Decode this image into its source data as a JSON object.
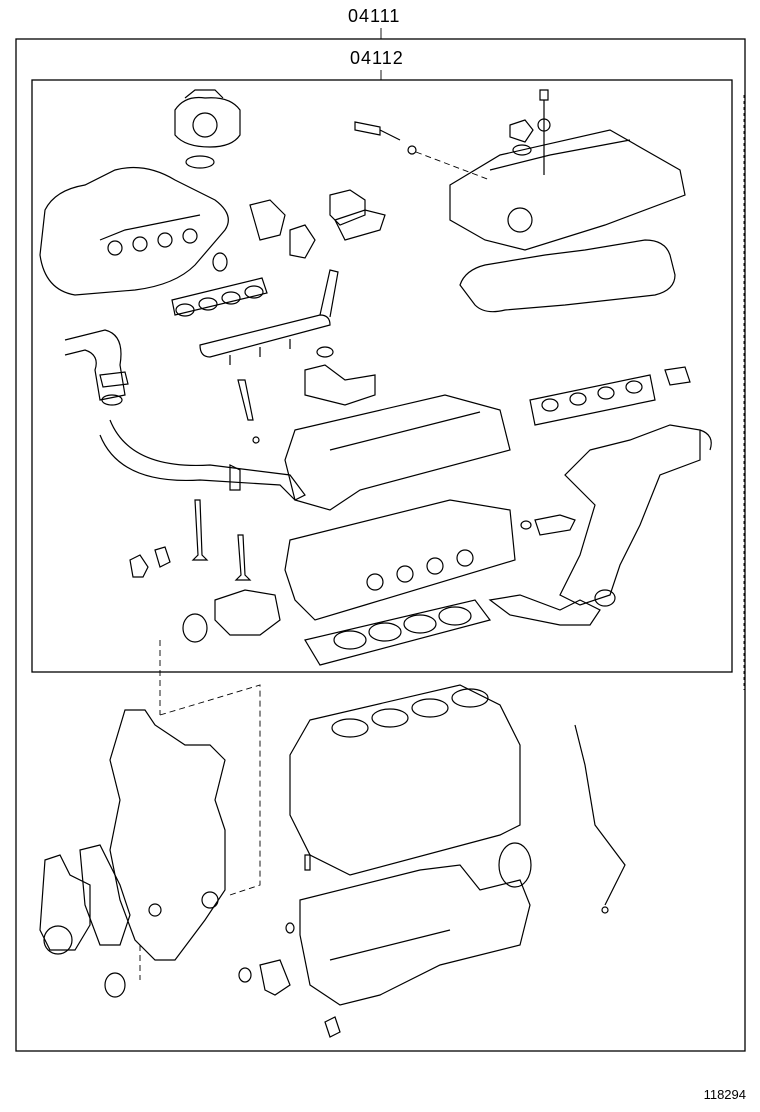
{
  "labels": {
    "outer_kit": "04111",
    "inner_kit": "04112"
  },
  "footer": {
    "diagram_id": "118294"
  }
}
